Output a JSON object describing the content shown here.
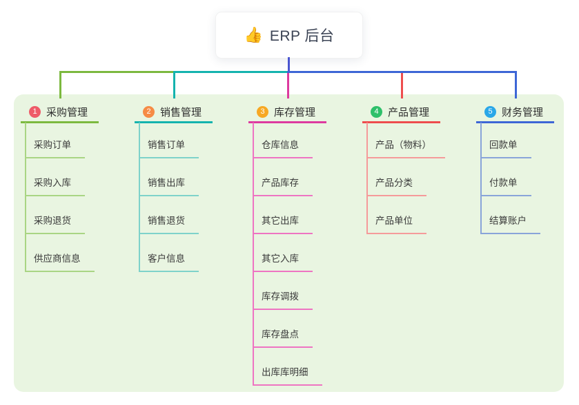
{
  "root": {
    "icon": "👍",
    "label": "ERP 后台"
  },
  "colors": {
    "panel_bg": "#e9f5e1",
    "root_connector": "#4a55d0"
  },
  "branches": [
    {
      "index": "1",
      "label": "采购管理",
      "badge_color": "#ee5b68",
      "line_color": "#7cb93f",
      "sub_line_color": "#a9d584",
      "items": [
        "采购订单",
        "采购入库",
        "采购退货",
        "供应商信息"
      ]
    },
    {
      "index": "2",
      "label": "销售管理",
      "badge_color": "#f68b45",
      "line_color": "#14b3ae",
      "sub_line_color": "#7ed2ca",
      "items": [
        "销售订单",
        "销售出库",
        "销售退货",
        "客户信息"
      ]
    },
    {
      "index": "3",
      "label": "库存管理",
      "badge_color": "#f7a823",
      "line_color": "#dd3a9f",
      "sub_line_color": "#ee74c2",
      "items": [
        "仓库信息",
        "产品库存",
        "其它出库",
        "其它入库",
        "库存调拨",
        "库存盘点",
        "出库库明细"
      ]
    },
    {
      "index": "4",
      "label": "产品管理",
      "badge_color": "#2ec06a",
      "line_color": "#ee4d4d",
      "sub_line_color": "#f59a9a",
      "items": [
        "产品（物料）",
        "产品分类",
        "产品单位"
      ]
    },
    {
      "index": "5",
      "label": "财务管理",
      "badge_color": "#2aa7e8",
      "line_color": "#3d66d6",
      "sub_line_color": "#89a4d9",
      "items": [
        "回款单",
        "付款单",
        "结算账户"
      ]
    }
  ]
}
